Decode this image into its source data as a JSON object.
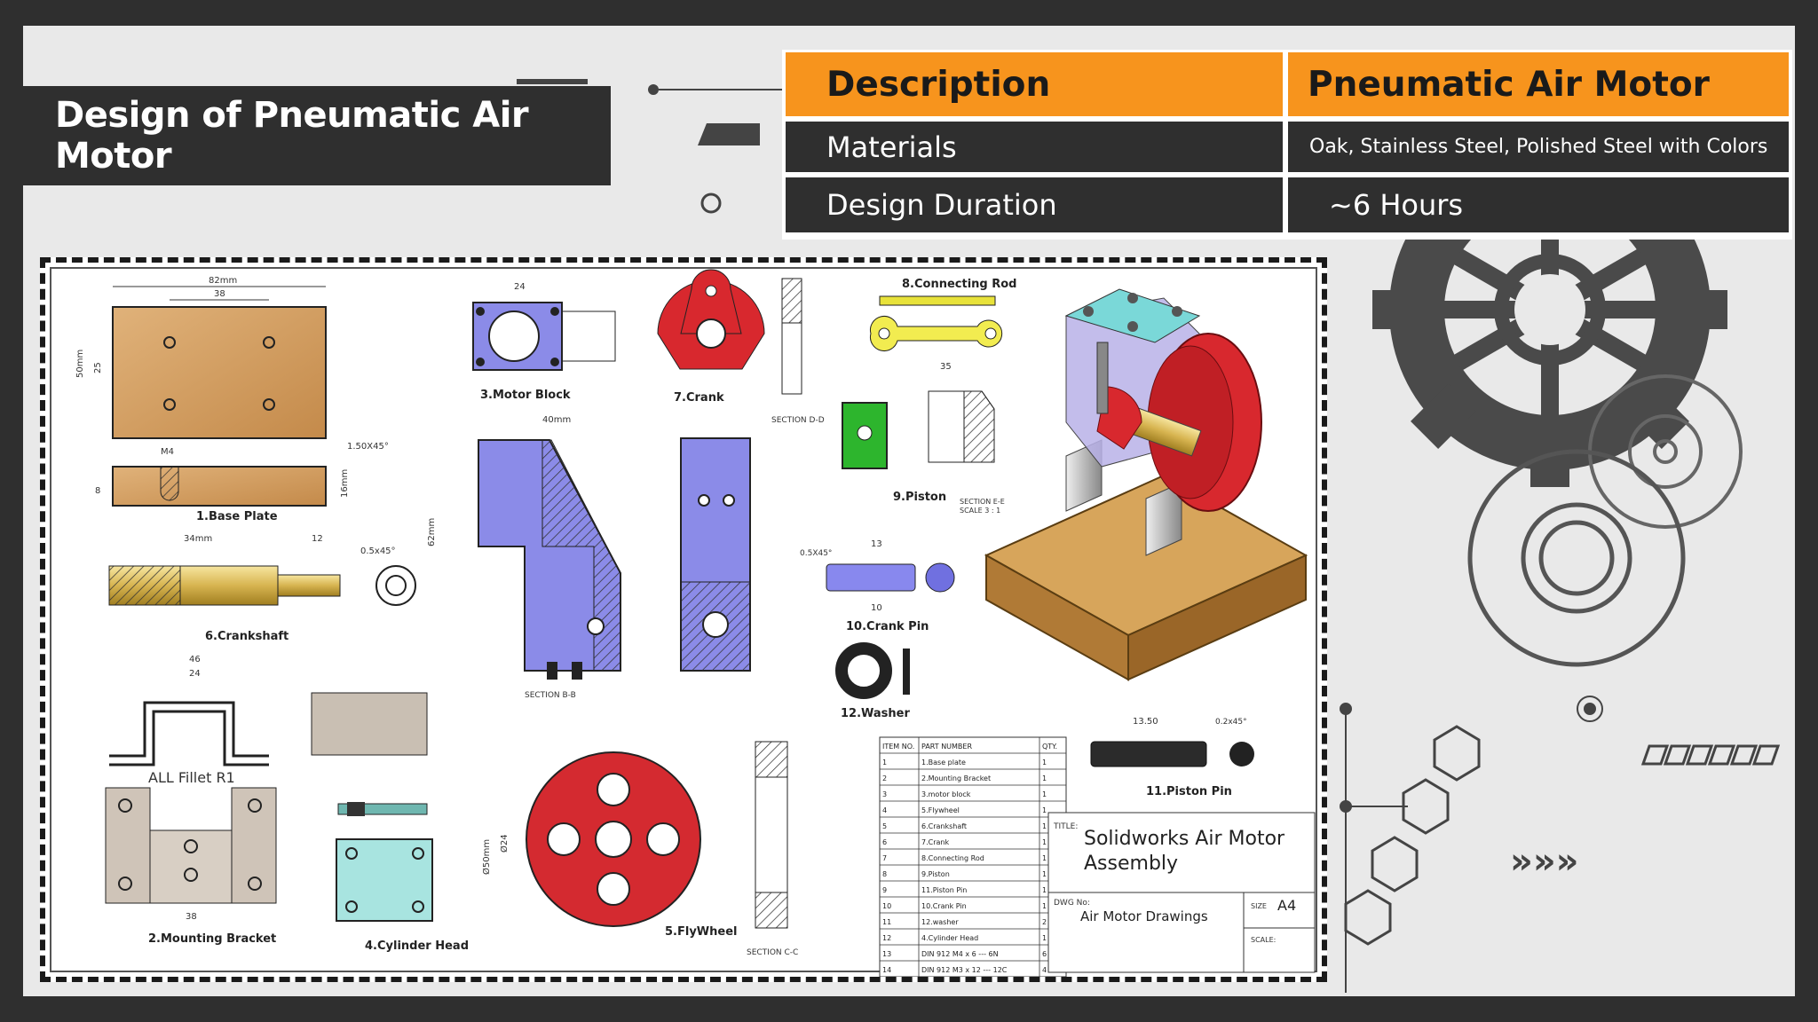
{
  "slide": {
    "title": "Design of Pneumatic Air Motor",
    "colors": {
      "frame": "#2f2f2f",
      "accent": "#f7941d",
      "panel_bg": "#e9e9e9"
    }
  },
  "info_table": {
    "header": {
      "label": "Description",
      "value": "Pneumatic Air Motor"
    },
    "rows": [
      {
        "label": "Materials",
        "value": "Oak, Stainless Steel, Polished Steel with Colors"
      },
      {
        "label": "Design Duration",
        "value": "~6 Hours"
      }
    ]
  },
  "drawing": {
    "parts": {
      "base_plate": "1.Base Plate",
      "mounting_bracket": "2.Mounting Bracket",
      "motor_block": "3.Motor Block",
      "cylinder_head": "4.Cylinder Head",
      "flywheel": "5.FlyWheel",
      "crankshaft": "6.Crankshaft",
      "crank": "7.Crank",
      "connecting_rod": "8.Connecting Rod",
      "piston": "9.Piston",
      "crank_pin": "10.Crank Pin",
      "piston_pin": "11.Piston Pin",
      "washer": "12.Washer"
    },
    "notes": {
      "fillet": "ALL Fillet R1",
      "section_bb": "SECTION B-B",
      "section_cc": "SECTION C-C",
      "section_dd": "SECTION D-D",
      "section_ee": "SECTION E-E",
      "scale_note": "SCALE 3 : 1"
    },
    "dims": {
      "base_w": "82mm",
      "base_38": "38",
      "base_h": "50mm",
      "base_25": "25",
      "base_m4": "M4",
      "base_chamfer": "1.50X45°",
      "base_16": "16mm",
      "base_8": "8",
      "block_24": "24",
      "block_40": "40mm",
      "block_62": "62mm",
      "shaft_34": "34mm",
      "shaft_12": "12",
      "shaft_chamfer": "0.5x45°",
      "rod_35": "35",
      "pin_13": "13",
      "pin_10": "10",
      "pin_chamfer": "0.5X45°",
      "ppin_1350": "13.50",
      "ppin_chamfer": "0.2x45°",
      "bracket_46": "46",
      "bracket_24": "24",
      "bracket_38": "38",
      "flywheel_d": "Ø50mm",
      "flywheel_24": "Ø24"
    },
    "bom": {
      "headers": [
        "ITEM NO.",
        "PART NUMBER",
        "QTY."
      ],
      "rows": [
        [
          "1",
          "1.Base plate",
          "1"
        ],
        [
          "2",
          "2.Mounting Bracket",
          "1"
        ],
        [
          "3",
          "3.motor block",
          "1"
        ],
        [
          "4",
          "5.Flywheel",
          "1"
        ],
        [
          "5",
          "6.Crankshaft",
          "1"
        ],
        [
          "6",
          "7.Crank",
          "1"
        ],
        [
          "7",
          "8.Connecting Rod",
          "1"
        ],
        [
          "8",
          "9.Piston",
          "1"
        ],
        [
          "9",
          "11.Piston Pin",
          "1"
        ],
        [
          "10",
          "10.Crank Pin",
          "1"
        ],
        [
          "11",
          "12.washer",
          "2"
        ],
        [
          "12",
          "4.Cylinder Head",
          "1"
        ],
        [
          "13",
          "DIN 912 M4 x 6 --- 6N",
          "6"
        ],
        [
          "14",
          "DIN 912 M3 x 12 --- 12C",
          "4"
        ]
      ]
    },
    "title_block": {
      "title_label": "TITLE:",
      "title": "Solidworks Air Motor Assembly",
      "dwg_label": "DWG No:",
      "dwg_value": "Air Motor Drawings",
      "size_label": "SIZE",
      "size_value": "A4",
      "scale_label": "SCALE:"
    }
  }
}
